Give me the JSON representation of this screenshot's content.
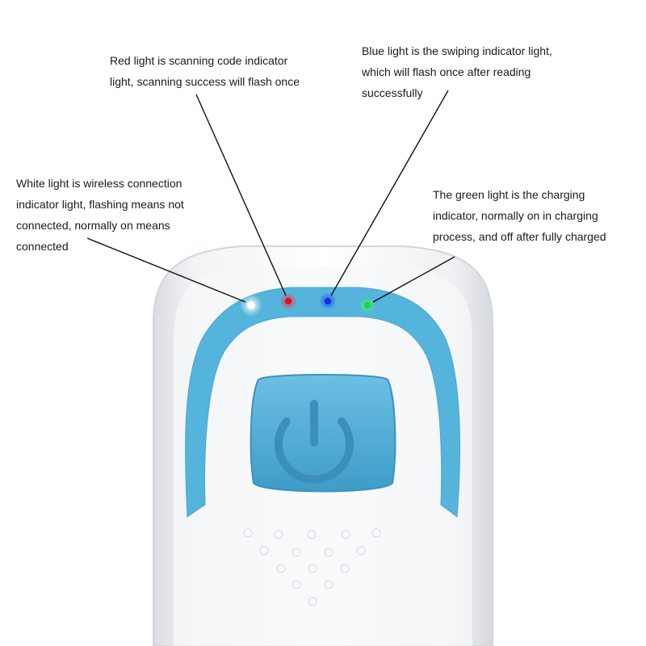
{
  "annotations": {
    "red": "Red light is scanning code indicator\nlight, scanning success will flash once",
    "blue": "Blue light is the swiping indicator light,\nwhich will flash once after reading\nsuccessfully",
    "white": "White light is wireless connection\nindicator light, flashing means not\nconnected, normally on means\nconnected",
    "green": "The green light is the charging\nindicator, normally on in charging\nprocess, and off after fully charged"
  },
  "colors": {
    "device_body": "#f4f5f7",
    "accent_blue": "#55b4dc",
    "button_blue": "#4fa9d1",
    "led_white": "#ffffff",
    "led_red": "#e0101a",
    "led_blue": "#1030d8",
    "led_green": "#20d040"
  },
  "icons": {
    "power": "power-icon"
  }
}
